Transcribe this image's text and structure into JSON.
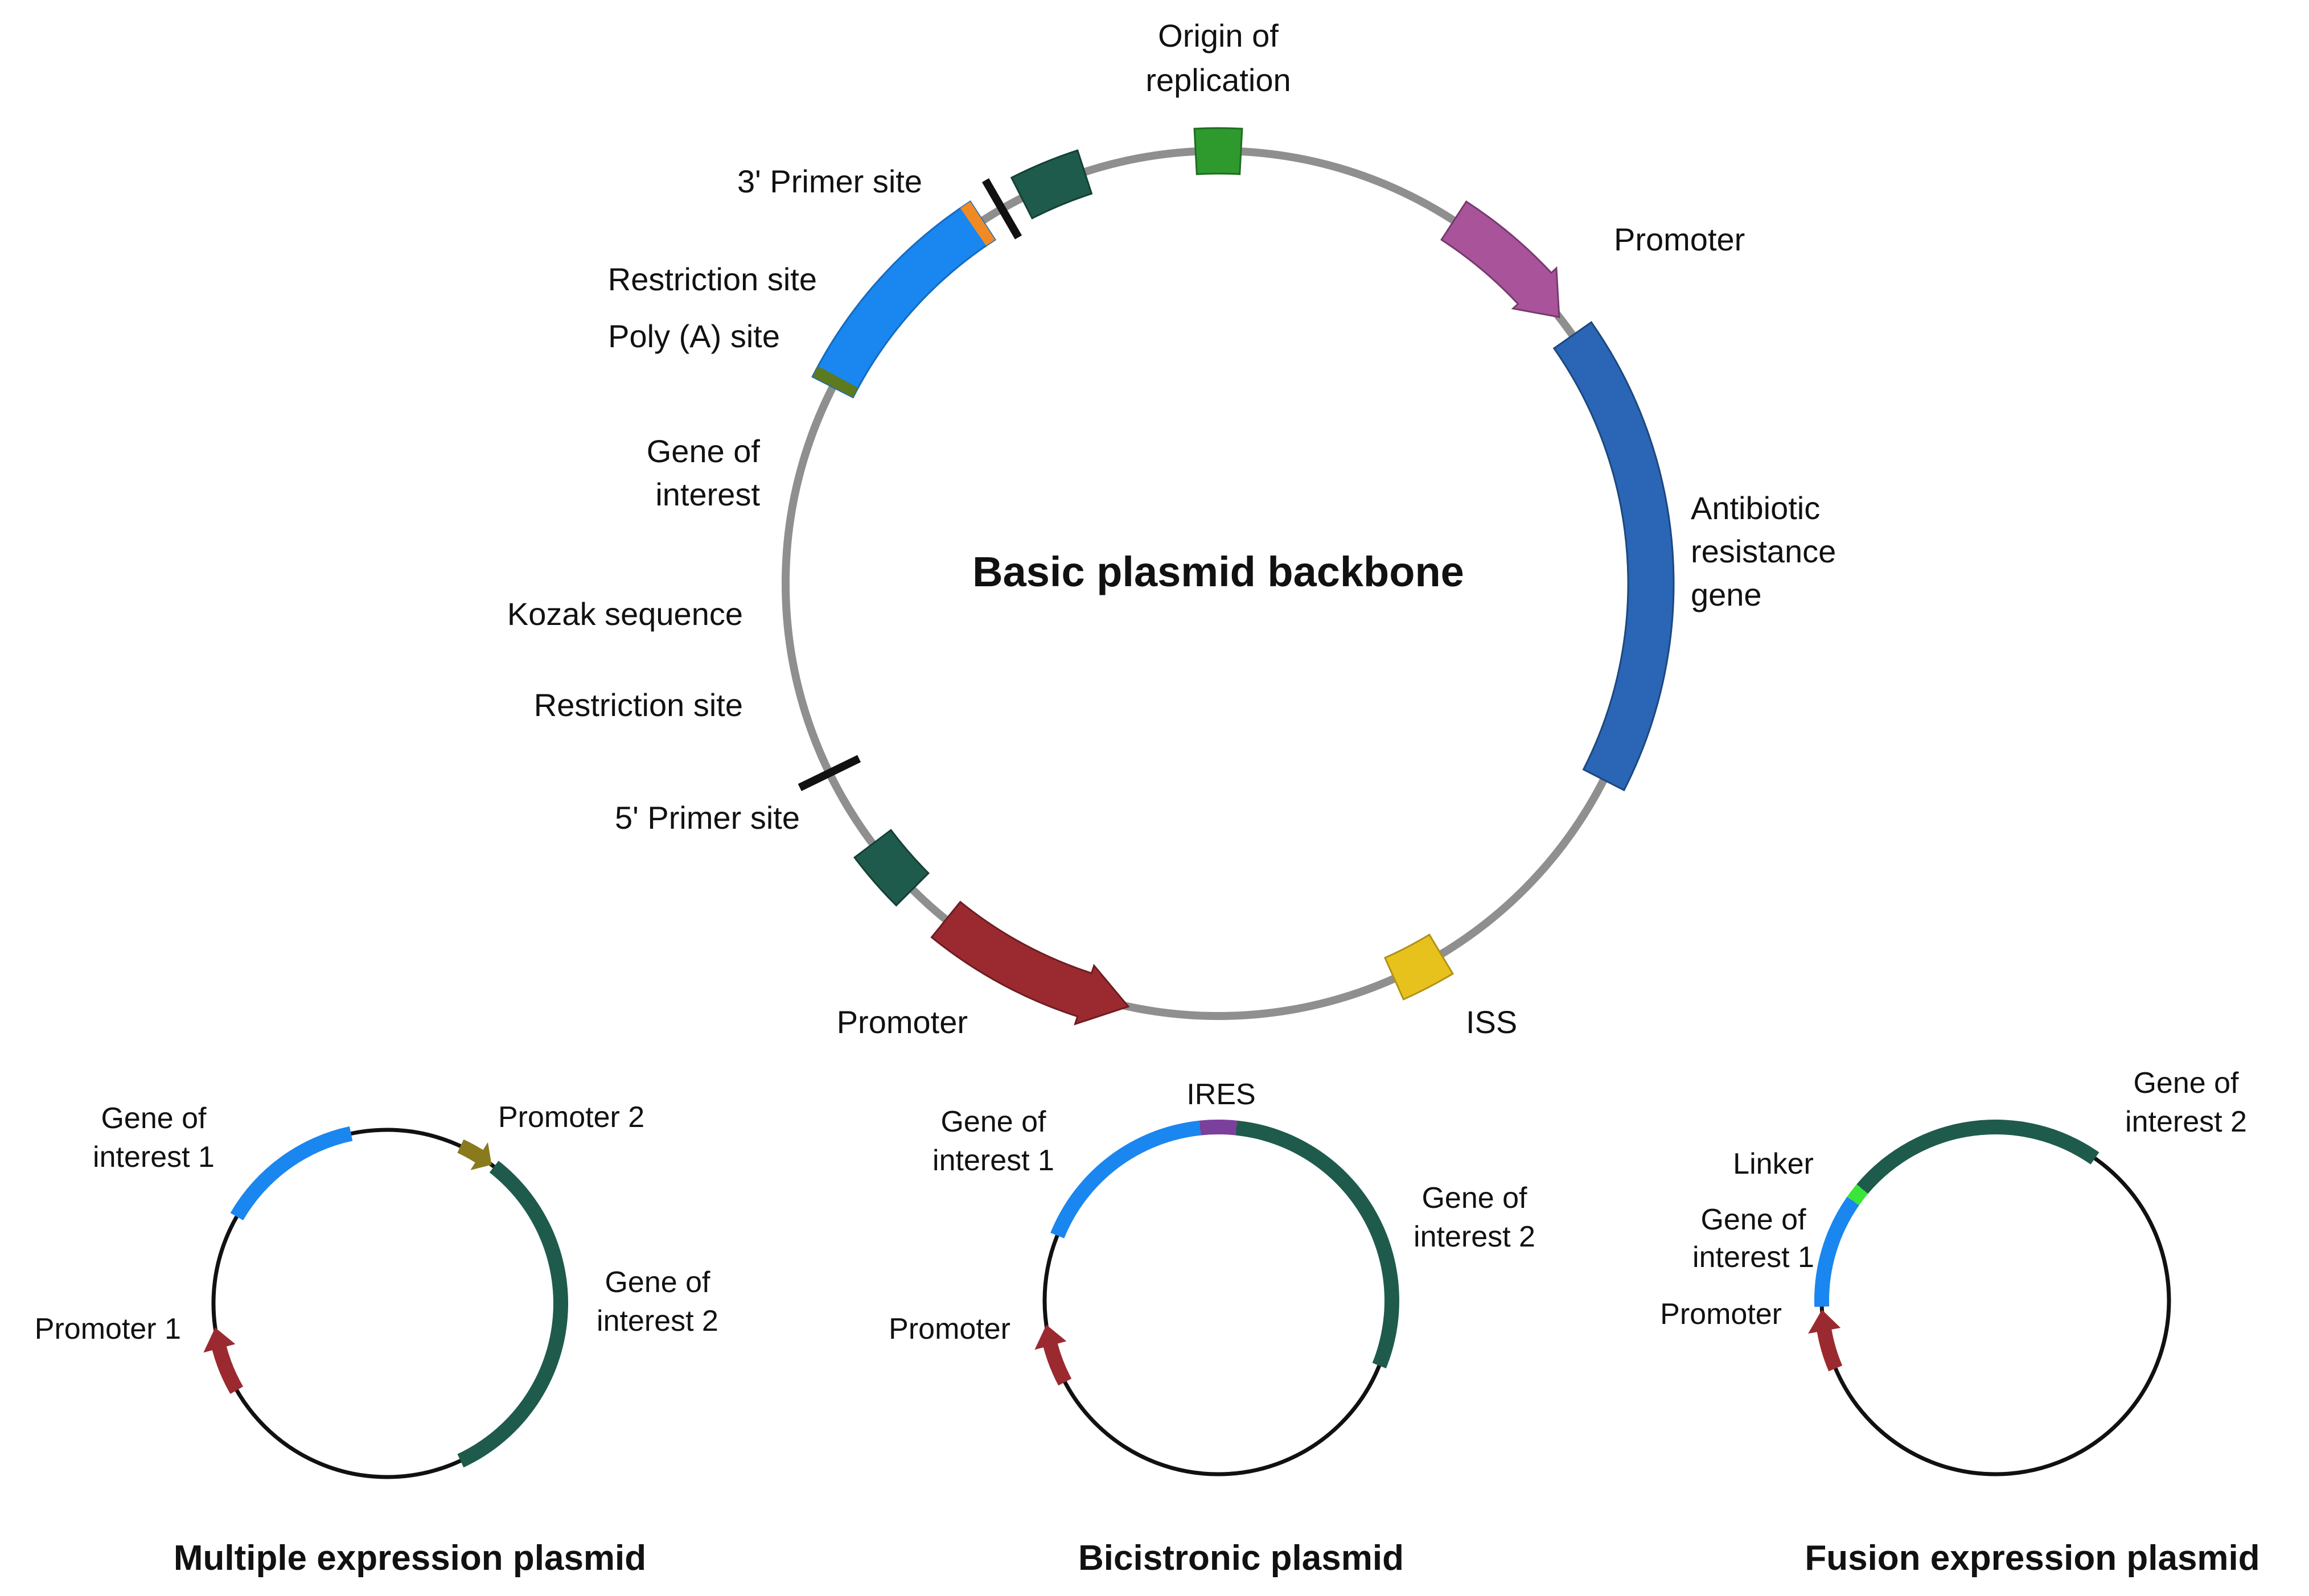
{
  "colors": {
    "background": "#ffffff",
    "backbone": "#8f8f8f",
    "small_backbone": "#111111",
    "origin": "#2e9a2e",
    "promoter_top": "#a9539b",
    "antibiotic": "#2a66b5",
    "iss": "#e8c21c",
    "promoter_bottom": "#9b2a30",
    "primer": "#1e5b4c",
    "gene_of_interest": "#1a86ef",
    "poly_a": "#f08a24",
    "kozak": "#5c7a1e",
    "restriction": "#111111",
    "promoter2_small": "#8a7a1e",
    "ires": "#7b3f9c",
    "linker": "#39e639",
    "gene2_small": "#1e5b4c"
  },
  "basic": {
    "title": "Basic plasmid backbone",
    "labels": {
      "origin": [
        "Origin of",
        "replication"
      ],
      "promoter_top": "Promoter",
      "antibiotic": [
        "Antibiotic",
        "resistance",
        "gene"
      ],
      "iss": "ISS",
      "promoter_bottom": "Promoter",
      "primer5": "5' Primer site",
      "restriction_lower": "Restriction site",
      "kozak": "Kozak sequence",
      "gene": [
        "Gene of",
        "interest"
      ],
      "poly_a": "Poly (A) site",
      "restriction_upper": "Restriction site",
      "primer3": "3' Primer site"
    }
  },
  "multiple": {
    "title": "Multiple expression plasmid",
    "labels": {
      "gene1": [
        "Gene of",
        "interest 1"
      ],
      "promoter2": "Promoter 2",
      "gene2": [
        "Gene of",
        "interest 2"
      ],
      "promoter1": "Promoter 1"
    }
  },
  "bicistronic": {
    "title": "Bicistronic  plasmid",
    "labels": {
      "ires": "IRES",
      "gene1": [
        "Gene of",
        "interest 1"
      ],
      "gene2": [
        "Gene of",
        "interest 2"
      ],
      "promoter": "Promoter"
    }
  },
  "fusion": {
    "title": "Fusion expression plasmid",
    "labels": {
      "gene2": [
        "Gene of",
        "interest 2"
      ],
      "linker": "Linker",
      "gene1": [
        "Gene of",
        "interest 1"
      ],
      "promoter": "Promoter"
    }
  }
}
